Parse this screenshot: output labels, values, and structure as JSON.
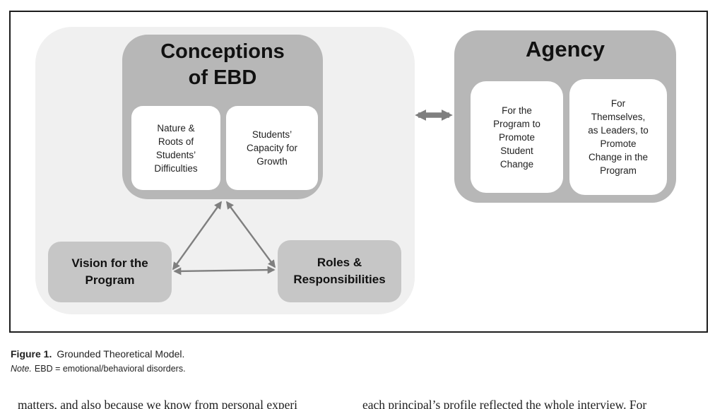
{
  "figure": {
    "model": {
      "conceptions": {
        "title": "Conceptions\nof EBD",
        "sub_boxes": [
          {
            "text": "Nature &\nRoots of\nStudents’\nDifficulties"
          },
          {
            "text": "Students’\nCapacity for\nGrowth"
          }
        ]
      },
      "vision": {
        "label": "Vision for the\nProgram"
      },
      "roles": {
        "label": "Roles &\nResponsibilities"
      }
    },
    "agency": {
      "title": "Agency",
      "sub_boxes": [
        {
          "text": "For the\nProgram to\nPromote\nStudent\nChange"
        },
        {
          "text": "For\nThemselves,\nas Leaders, to\nPromote\nChange in the\nProgram"
        }
      ]
    },
    "colors": {
      "frame_border": "#1c1c1c",
      "container_bg": "#f0f0f0",
      "header_box_bg": "#b7b7b7",
      "sub_box_bg": "#c6c6c6",
      "white_box_bg": "#ffffff",
      "arrow": "#7f7f7f",
      "text": "#1b1b1b"
    }
  },
  "caption": {
    "label": "Figure 1.",
    "title": "Grounded Theoretical Model.",
    "note_label": "Note.",
    "note_text": "EBD = emotional/behavioral disorders."
  },
  "body_text": {
    "left_column": "matters, and also because we know from personal experi",
    "right_column": "each principal’s profile reflected the whole interview. For"
  }
}
